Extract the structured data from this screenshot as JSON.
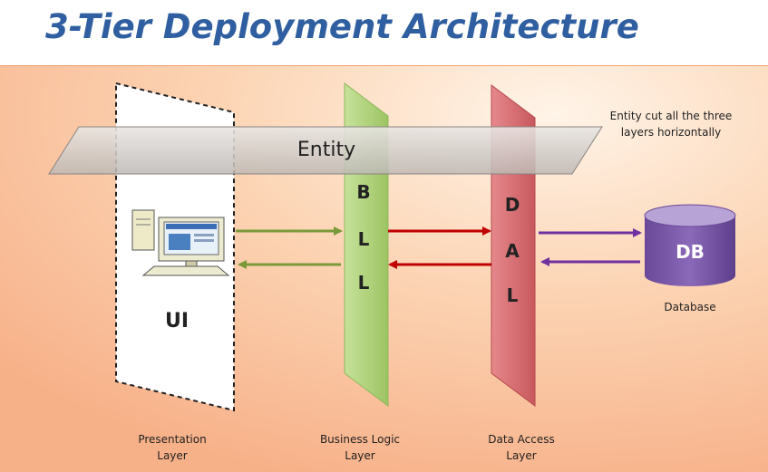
{
  "title": "3-Tier Deployment Architecture",
  "entity": {
    "label": "Entity",
    "note_line1": "Entity cut all the three",
    "note_line2": "layers horizontally"
  },
  "layers": {
    "ui": {
      "label": "UI",
      "caption_line1": "Presentation",
      "caption_line2": "Layer"
    },
    "bll": {
      "letters": [
        "B",
        "L",
        "L"
      ],
      "caption_line1": "Business Logic",
      "caption_line2": "Layer"
    },
    "dal": {
      "letters": [
        "D",
        "A",
        "L"
      ],
      "caption_line1": "Data Access",
      "caption_line2": "Layer"
    }
  },
  "database": {
    "label": "DB",
    "caption": "Database"
  },
  "colors": {
    "title": "#2f5fa0",
    "bll_fill": "#b3d67e",
    "dal_fill": "#d9777b",
    "arrow_ui_bll": "#7a9a3a",
    "arrow_bll_dal": "#c00000",
    "arrow_dal_db": "#7030a0",
    "db_fill": "#7b5aa6"
  },
  "icons": {
    "computer": "computer-icon"
  }
}
